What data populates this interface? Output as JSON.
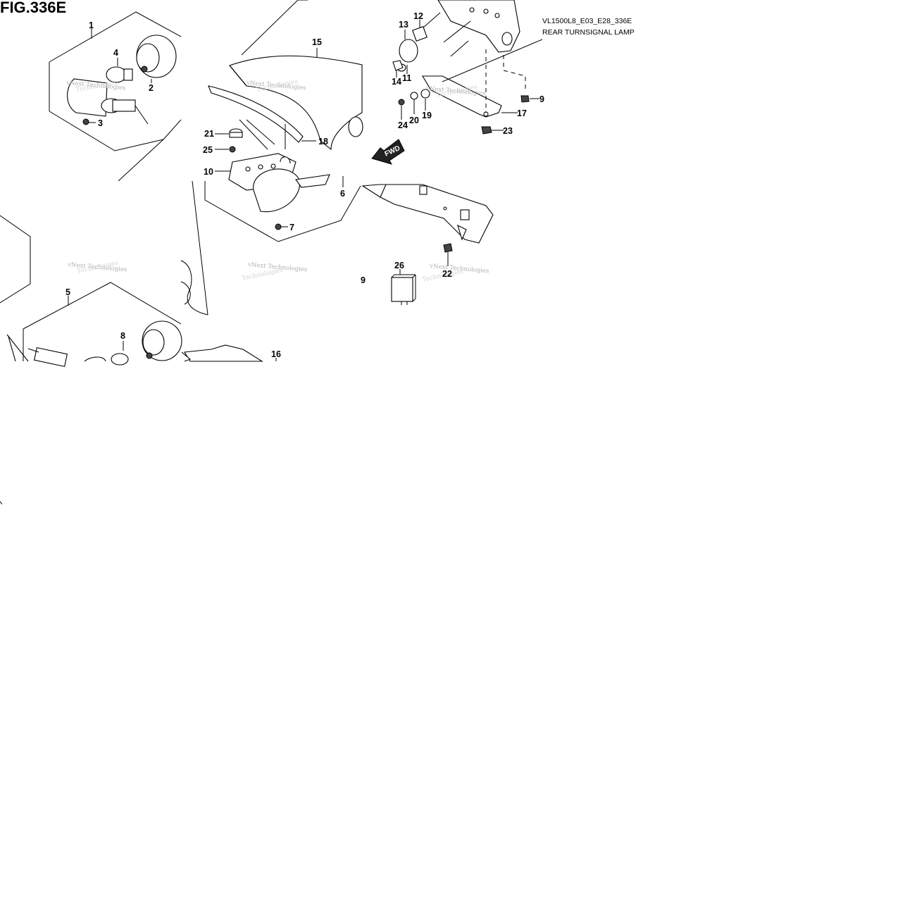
{
  "figure": {
    "title": "FIG.336E",
    "model_code": "VL1500L8_E03_E28_336E",
    "section_name": "REAR TURNSIGNAL LAMP"
  },
  "watermark": {
    "text": "vNext Technologies",
    "secondary_text": "Technologies"
  },
  "arrow_label": "FWD",
  "callouts": [
    "1",
    "2",
    "3",
    "4",
    "5",
    "6",
    "7",
    "8",
    "9",
    "9",
    "10",
    "11",
    "12",
    "13",
    "14",
    "15",
    "16",
    "17",
    "18",
    "19",
    "20",
    "21",
    "22",
    "23",
    "24",
    "25",
    "26"
  ],
  "colors": {
    "line": "#000000",
    "background": "#ffffff",
    "watermark": "#b0b0b0"
  }
}
